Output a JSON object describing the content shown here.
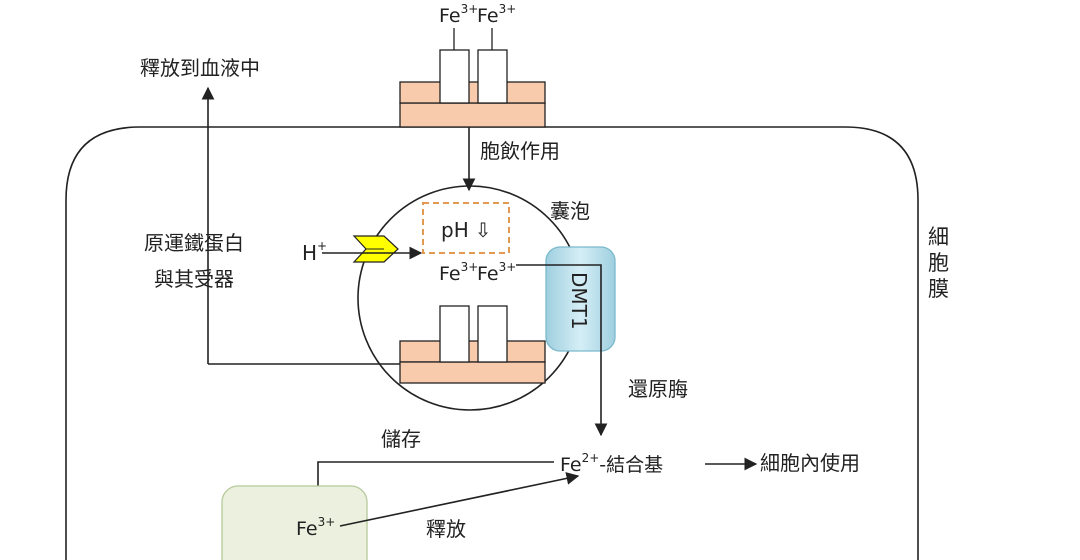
{
  "labels": {
    "release_to_blood": "釋放到血液中",
    "endocytosis": "胞飲作用",
    "vesicle": "囊泡",
    "transferrin_line1": "原運鐵蛋白",
    "transferrin_line2": "與其受器",
    "cell_membrane_1": "細",
    "cell_membrane_2": "胞",
    "cell_membrane_3": "膜",
    "ph": "pH",
    "ph_arrow": "⇩",
    "h_ion": "H",
    "h_charge": "+",
    "dmt1": "DMT1",
    "reductase": "還原脢",
    "storage": "儲存",
    "release": "釋放",
    "binding_group": "-結合基",
    "cell_use": "細胞內使用"
  },
  "iron": {
    "fe": "Fe",
    "charge_3": "3+",
    "charge_2": "2+"
  },
  "colors": {
    "receptor_fill": "#f8cbad",
    "dmt1_fill": "#b7dde8",
    "storage_fill": "#ebf1de",
    "pump_fill": "#ffff00",
    "ph_box_stroke": "#e29a52",
    "line": "#222222"
  }
}
